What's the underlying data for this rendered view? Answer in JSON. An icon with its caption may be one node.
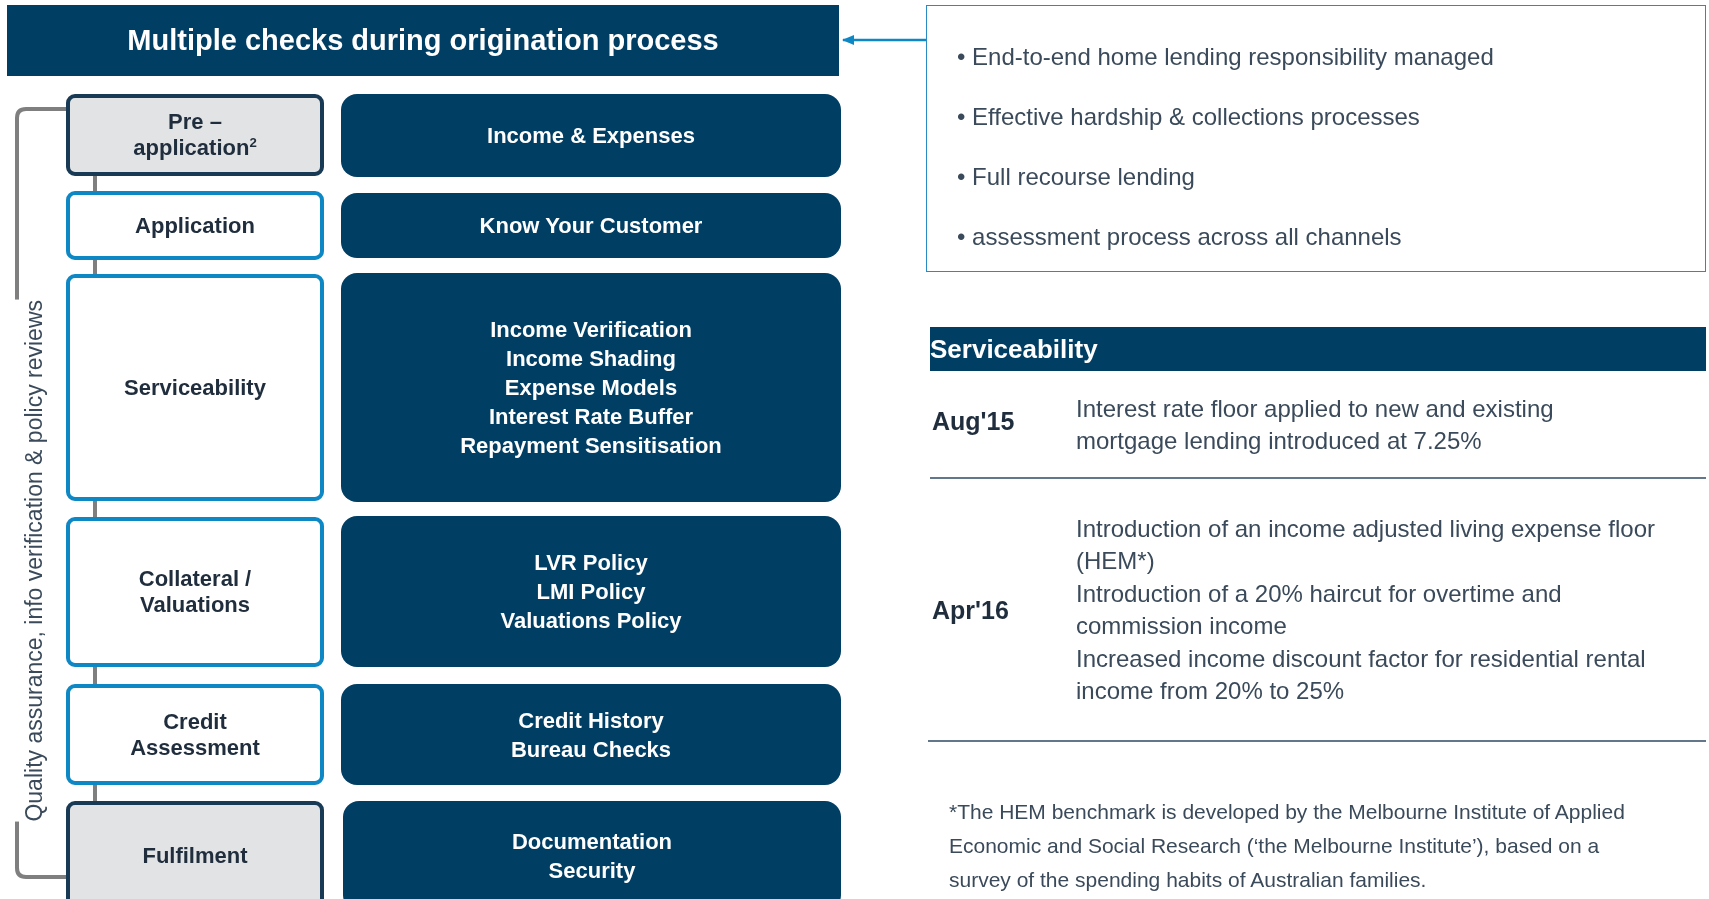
{
  "diagram": {
    "nodes": [
      {
        "text": [
          "Multiple checks during origination process"
        ]
      },
      {
        "text": [
          "• End-to-end home lending responsibility managed",
          "• Effective hardship & collections processes",
          "• Full recourse lending",
          "• assessment process across all channels"
        ]
      },
      {
        "text": [
          "Pre – application$^{2}$"
        ]
      },
      {
        "text": [
          "Application"
        ]
      },
      {
        "text": [
          "Serviceability"
        ]
      },
      {
        "text": [
          "Collateral / Valuations"
        ]
      },
      {
        "text": [
          "Credit Assessment"
        ]
      },
      {
        "text": [
          "Fulfilment"
        ]
      },
      {
        "text": [
          "Income & Expenses"
        ]
      },
      {
        "text": [
          "Know Your Customer"
        ]
      },
      {
        "text": [
          "Income Verification",
          "Income Shading",
          "Expense Models",
          "Interest Rate Buffer",
          "Repayment Sensitisation"
        ]
      },
      {
        "text": [
          "LVR Policy",
          "LMI Policy",
          "Valuations Policy"
        ]
      },
      {
        "text": [
          "Credit History",
          "Bureau Checks"
        ]
      },
      {
        "text": [
          "Documentation",
          "Security"
        ]
      }
    ],
    "edges": [
      {
        "from": 1,
        "to": 0,
        "arrow": "to",
        "color": "#0e87c5"
      },
      {
        "from": 2,
        "to": 3,
        "arrow": "none"
      },
      {
        "from": 3,
        "to": 4,
        "arrow": "none"
      },
      {
        "from": 4,
        "to": 5,
        "arrow": "none"
      },
      {
        "from": 5,
        "to": 6,
        "arrow": "none"
      },
      {
        "from": 6,
        "to": 7,
        "arrow": "none"
      }
    ],
    "labels": [
      "Quality assurance, info verification & policy reviews",
      "Serviceability",
      "Aug'15",
      "Interest rate floor applied to new and existing mortgage lending introduced at 7.25%",
      "Apr'16",
      "Introduction of an income adjusted living expense floor (HEM*)",
      "Introduction of a 20% haircut for overtime and commission income",
      "Increased income discount factor for residential rental income from 20% to 25%",
      "*The HEM benchmark is developed by the Melbourne Institute of Applied Economic and Social Research (‘the Melbourne Institute’), based on a survey of the spending habits of Australian families."
    ]
  }
}
